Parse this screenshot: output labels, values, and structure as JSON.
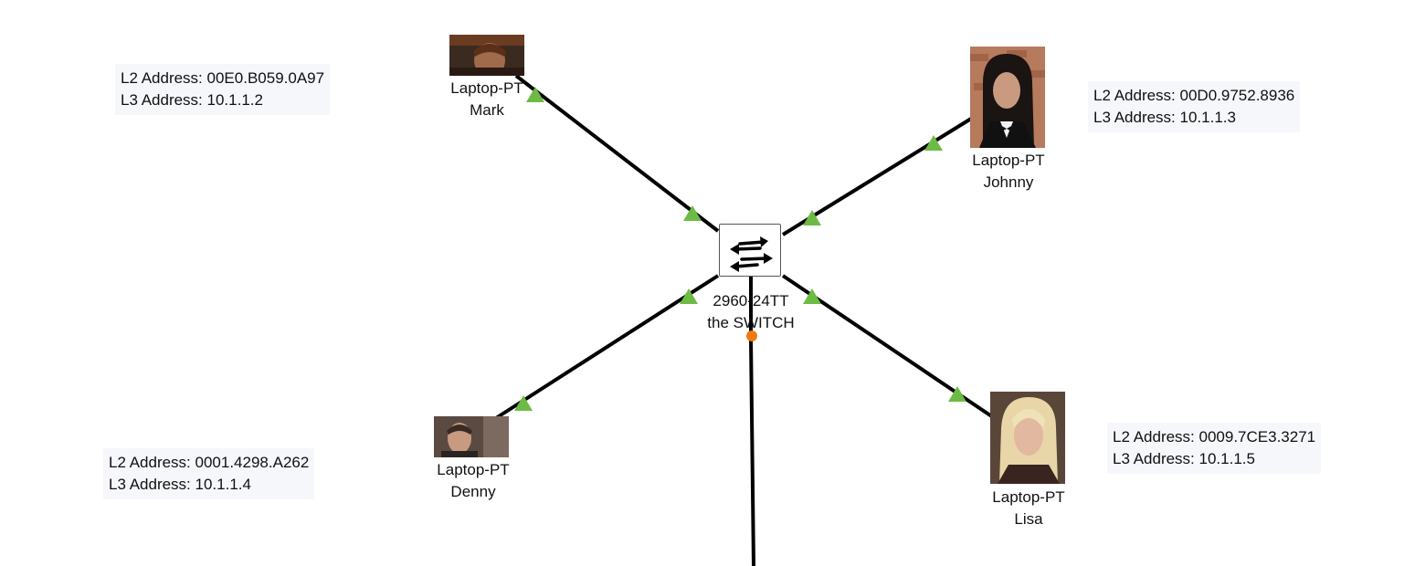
{
  "switch": {
    "model": "2960-24TT",
    "name": "the SWITCH",
    "icon": "switch-icon"
  },
  "devices": [
    {
      "id": "mark",
      "type": "Laptop-PT",
      "name": "Mark",
      "l2_label": "L2 Address:",
      "l2": "00E0.B059.0A97",
      "l3_label": "L3 Address:",
      "l3": "10.1.1.2",
      "link_status": "up"
    },
    {
      "id": "johnny",
      "type": "Laptop-PT",
      "name": "Johnny",
      "l2_label": "L2 Address:",
      "l2": "00D0.9752.8936",
      "l3_label": "L3 Address:",
      "l3": "10.1.1.3",
      "link_status": "up"
    },
    {
      "id": "denny",
      "type": "Laptop-PT",
      "name": "Denny",
      "l2_label": "L2 Address:",
      "l2": "0001.4298.A262",
      "l3_label": "L3 Address:",
      "l3": "10.1.1.4",
      "link_status": "up"
    },
    {
      "id": "lisa",
      "type": "Laptop-PT",
      "name": "Lisa",
      "l2_label": "L2 Address:",
      "l2": "0009.7CE3.3271",
      "l3_label": "L3 Address:",
      "l3": "10.1.1.5",
      "link_status": "up"
    }
  ],
  "uplink": {
    "link_status": "pending"
  },
  "colors": {
    "link": "#000000",
    "up": "#6dbb45",
    "pending": "#f07a10",
    "infobox": "#f6f7fb"
  }
}
